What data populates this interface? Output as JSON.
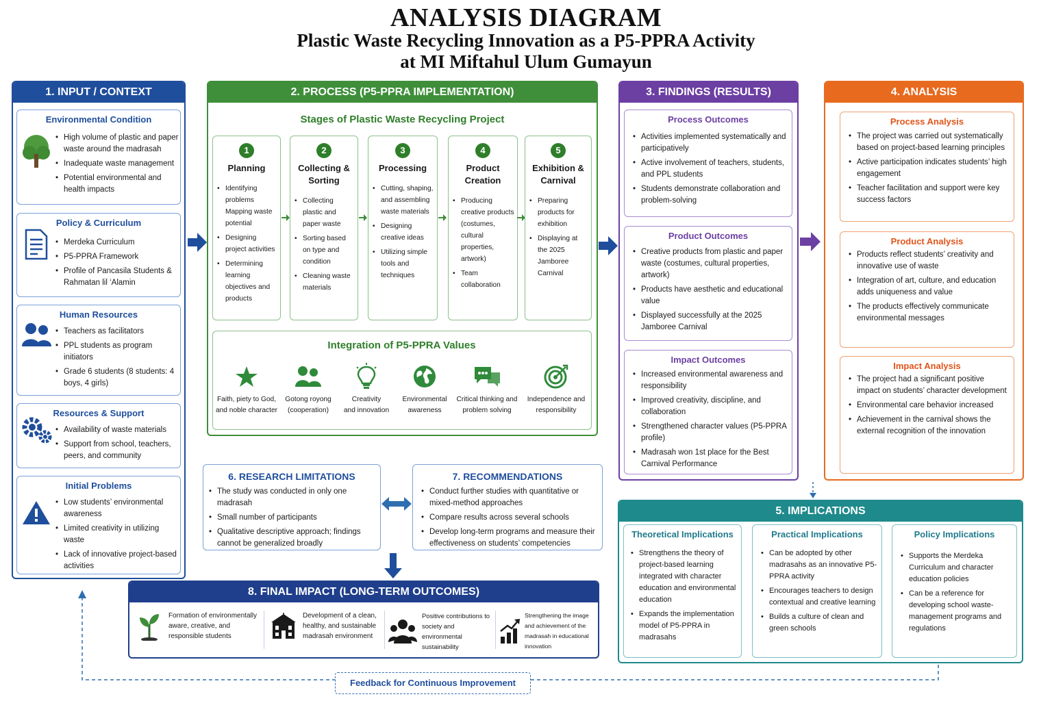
{
  "header": {
    "title": "ANALYSIS DIAGRAM",
    "subtitle_line1": "Plastic Waste Recycling Innovation as a P5-PPRA Activity",
    "subtitle_line2": "at MI Miftahul Ulum Gumayun"
  },
  "input": {
    "heading": "1. INPUT / CONTEXT",
    "cards": [
      {
        "title": "Environmental Condition",
        "icon": "tree-icon",
        "items": [
          "High volume of plastic and paper waste around the madrasah",
          "Inadequate waste management",
          "Potential environmental and health impacts"
        ]
      },
      {
        "title": "Policy & Curriculum",
        "icon": "document-icon",
        "items": [
          "Merdeka Curriculum",
          "P5-PPRA Framework",
          "Profile of Pancasila Students & Rahmatan lil ‘Alamin"
        ]
      },
      {
        "title": "Human Resources",
        "icon": "people-icon",
        "items": [
          "Teachers as facilitators",
          "PPL students as program initiators",
          "Grade 6 students (8 students: 4 boys, 4 girls)"
        ]
      },
      {
        "title": "Resources & Support",
        "icon": "gears-icon",
        "items": [
          "Availability of waste materials",
          "Support from school, teachers, peers, and community"
        ]
      },
      {
        "title": "Initial Problems",
        "icon": "warning-icon",
        "items": [
          "Low students’ environmental awareness",
          "Limited creativity in utilizing waste",
          "Lack of innovative project-based activities"
        ]
      }
    ]
  },
  "process": {
    "heading": "2. PROCESS (P5-PPRA IMPLEMENTATION)",
    "stages_title": "Stages of Plastic Waste Recycling Project",
    "stages": [
      {
        "num": "1",
        "title_a": "Planning",
        "title_b": "",
        "items": [
          "Identifying problems Mapping waste potential",
          "Designing project activities",
          "Determining learning objectives and products"
        ]
      },
      {
        "num": "2",
        "title_a": "Collecting &",
        "title_b": "Sorting",
        "items": [
          "Collecting plastic and paper waste",
          "Sorting based on type and condition",
          "Cleaning waste materials"
        ]
      },
      {
        "num": "3",
        "title_a": "Processing",
        "title_b": "",
        "items": [
          "Cutting, shaping, and assembling waste materials",
          "Designing creative ideas",
          "Utilizing simple tools and techniques"
        ]
      },
      {
        "num": "4",
        "title_a": "Product",
        "title_b": "Creation",
        "items": [
          "Producing creative products (costumes, cultural properties, artwork)",
          "Team collaboration"
        ]
      },
      {
        "num": "5",
        "title_a": "Exhibition &",
        "title_b": "Carnival",
        "items": [
          "Preparing products for exhibition",
          "Displaying at the 2025 Jamboree Carnival"
        ]
      }
    ],
    "values_title": "Integration of P5-PPRA Values",
    "values": [
      {
        "icon": "star-icon",
        "l1": "Faith, piety to God,",
        "l2": "and noble character"
      },
      {
        "icon": "people-icon",
        "l1": "Gotong royong",
        "l2": "(cooperation)"
      },
      {
        "icon": "lightbulb-icon",
        "l1": "Creativity",
        "l2": "and innovation"
      },
      {
        "icon": "globe-icon",
        "l1": "Environmental",
        "l2": "awareness"
      },
      {
        "icon": "chat-icon",
        "l1": "Critical thinking and",
        "l2": "problem solving"
      },
      {
        "icon": "target-icon",
        "l1": "Independence and",
        "l2": "responsibility"
      }
    ]
  },
  "findings": {
    "heading": "3. FINDINGS (RESULTS)",
    "cards": [
      {
        "title": "Process Outcomes",
        "items": [
          "Activities implemented systematically and participatively",
          "Active involvement of teachers, students, and PPL students",
          "Students demonstrate collaboration and problem-solving"
        ]
      },
      {
        "title": "Product Outcomes",
        "items": [
          "Creative products from plastic and paper waste (costumes, cultural properties, artwork)",
          "Products have aesthetic and educational value",
          "Displayed successfully at the 2025 Jamboree Carnival"
        ]
      },
      {
        "title": "Impact Outcomes",
        "items": [
          "Increased environmental awareness and responsibility",
          "Improved creativity, discipline, and collaboration",
          "Strengthened character values (P5-PPRA profile)",
          "Madrasah won 1st place for the Best Carnival Performance"
        ]
      }
    ]
  },
  "analysis": {
    "heading": "4. ANALYSIS",
    "cards": [
      {
        "title": "Process Analysis",
        "items": [
          "The project was carried out systematically based on project-based learning principles",
          "Active participation indicates students’ high engagement",
          "Teacher facilitation and support were key success factors"
        ]
      },
      {
        "title": "Product Analysis",
        "items": [
          "Products reflect students’ creativity and innovative use of waste",
          "Integration of art, culture, and education adds uniqueness and value",
          "The products effectively communicate environmental messages"
        ]
      },
      {
        "title": "Impact Analysis",
        "items": [
          "The project had a significant positive impact on students’ character development",
          "Environmental care behavior increased",
          "Achievement in the carnival shows the external recognition of the innovation"
        ]
      }
    ]
  },
  "implications": {
    "heading": "5. IMPLICATIONS",
    "cards": [
      {
        "title": "Theoretical Implications",
        "items": [
          "Strengthens the theory of project-based learning integrated with character education and environmental education",
          "Expands the implementation model of P5-PPRA in madrasahs"
        ]
      },
      {
        "title": "Practical Implications",
        "items": [
          "Can be adopted by other madrasahs as an innovative P5-PPRA activity",
          "Encourages teachers to design contextual and creative learning",
          "Builds a culture of clean and green schools"
        ]
      },
      {
        "title": "Policy Implications",
        "items": [
          "Supports the Merdeka Curriculum and character education policies",
          "Can be a reference for developing school waste-management programs and regulations"
        ]
      }
    ]
  },
  "limitations": {
    "heading": "6. RESEARCH LIMITATIONS",
    "items": [
      "The study was conducted in only one madrasah",
      "Small number of participants",
      "Qualitative descriptive approach; findings cannot be generalized broadly"
    ]
  },
  "recommendations": {
    "heading": "7. RECOMMENDATIONS",
    "items": [
      "Conduct further studies with quantitative or mixed-method approaches",
      "Compare results across several schools",
      "Develop long-term programs and measure their effectiveness on students’ competencies"
    ]
  },
  "final": {
    "heading": "8. FINAL IMPACT (LONG-TERM OUTCOMES)",
    "items": [
      {
        "icon": "sprout-icon",
        "text": "Formation of environmentally aware, creative, and responsible students"
      },
      {
        "icon": "school-icon",
        "text": "Development of a clean, healthy, and sustainable madrasah environment"
      },
      {
        "icon": "community-icon",
        "text": "Positive contributions to society and environmental sustainability"
      },
      {
        "icon": "growth-chart-icon",
        "text": "Strengthening the image and achievement of the madrasah in educational innovation"
      }
    ]
  },
  "feedback": {
    "label": "Feedback for Continuous Improvement"
  },
  "colors": {
    "blue": "#1f4e9c",
    "green": "#3f8e3a",
    "purple": "#6c3fa3",
    "orange": "#e86a1f",
    "teal": "#1f8a8c"
  }
}
